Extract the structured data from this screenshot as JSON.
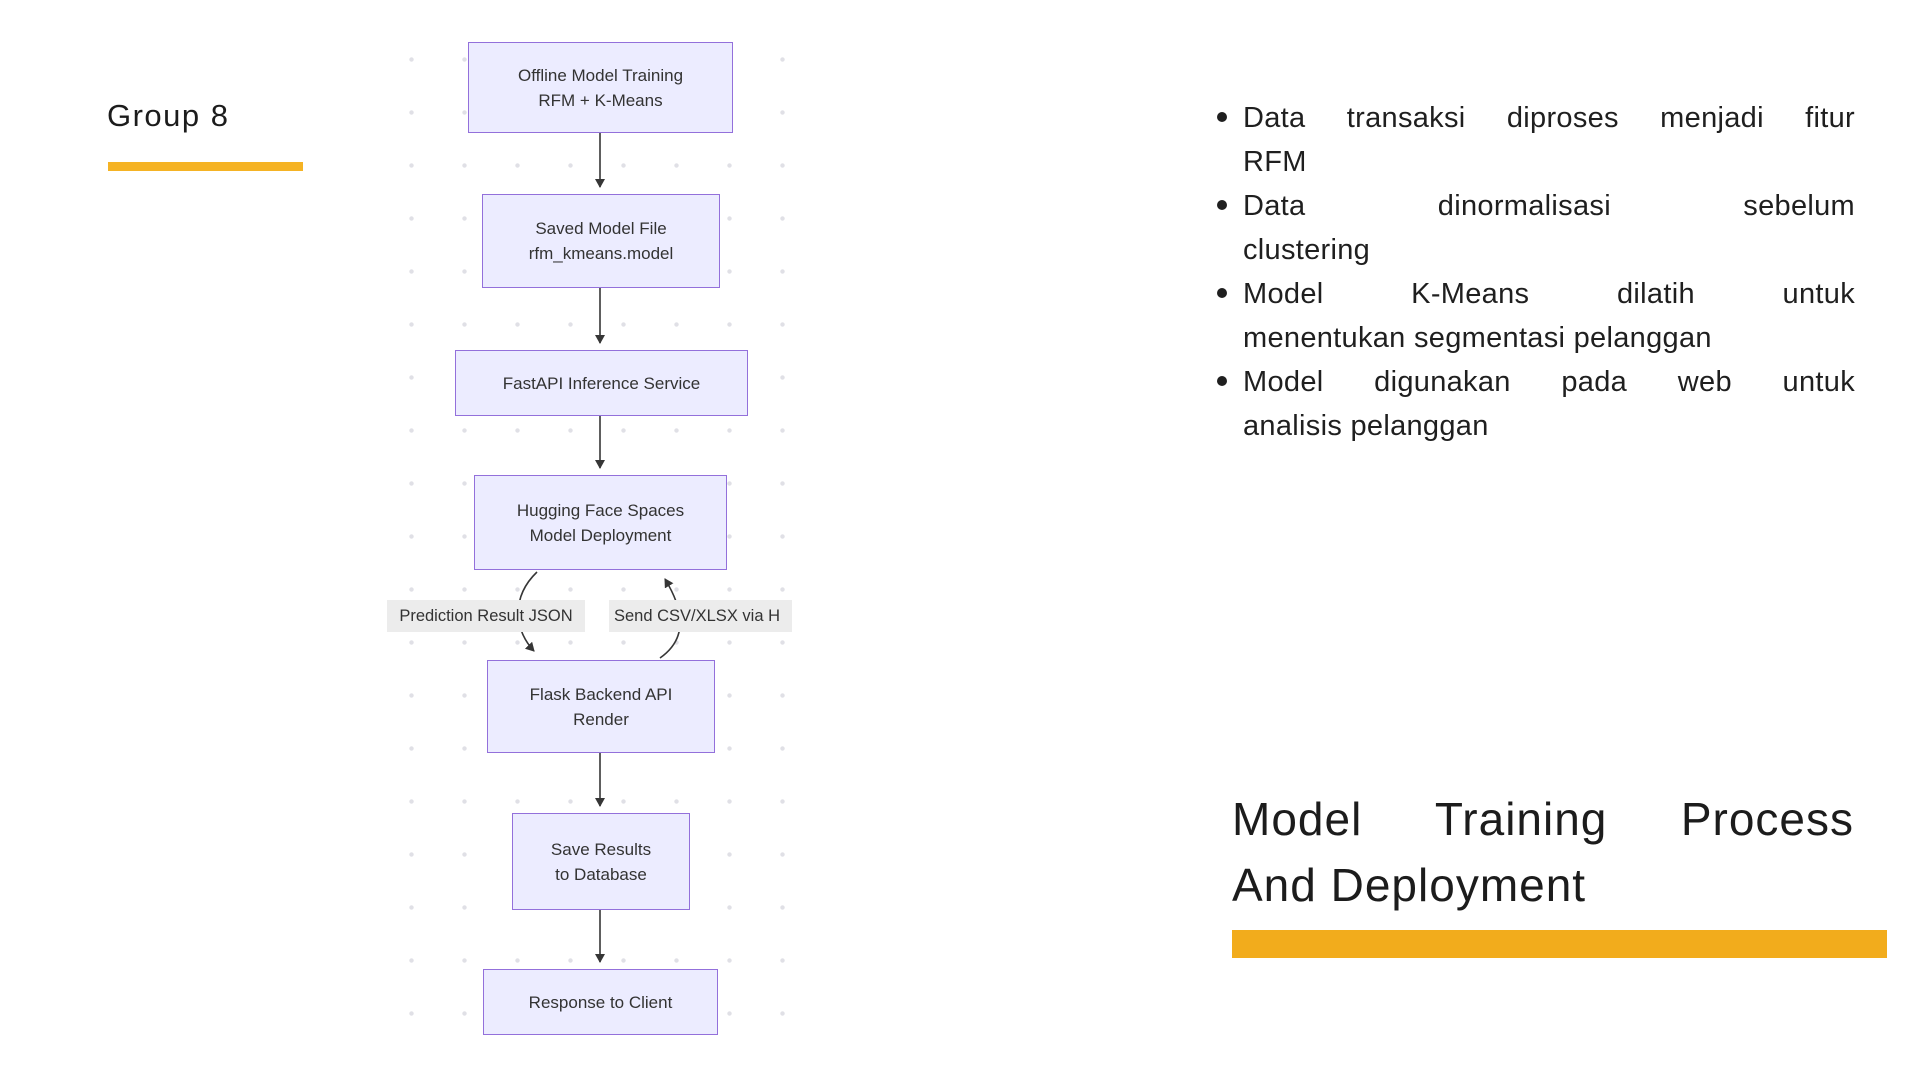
{
  "group": {
    "label": "Group 8"
  },
  "colors": {
    "accent_amber": "#F2AC1C",
    "group_underline": "#F5B324",
    "node_fill": "#ECECFF",
    "node_border": "#9370DB",
    "edge_label_bg": "#ECECEC",
    "arrow": "#363636",
    "grid_dot": "#E0E0E6",
    "text_dark": "#1F1F1F",
    "node_text": "#333333"
  },
  "diagram": {
    "nodes": [
      {
        "id": "offline-training",
        "lines": [
          "Offline Model Training",
          "RFM + K-Means"
        ]
      },
      {
        "id": "saved-model",
        "lines": [
          "Saved Model File",
          "rfm_kmeans.model"
        ]
      },
      {
        "id": "fastapi",
        "lines": [
          "FastAPI Inference Service"
        ]
      },
      {
        "id": "huggingface",
        "lines": [
          "Hugging Face Spaces",
          "Model Deployment"
        ]
      },
      {
        "id": "flask-backend",
        "lines": [
          "Flask Backend API",
          "Render"
        ]
      },
      {
        "id": "save-results",
        "lines": [
          "Save Results",
          "to Database"
        ]
      },
      {
        "id": "response-client",
        "lines": [
          "Response to Client"
        ]
      }
    ],
    "edge_labels": [
      {
        "text": "Prediction Result JSON"
      },
      {
        "text": "Send CSV/XLSX via H"
      }
    ]
  },
  "bullets": [
    {
      "lines": [
        "Data transaksi diproses menjadi fitur",
        "RFM"
      ]
    },
    {
      "lines": [
        "Data dinormalisasi sebelum",
        "clustering"
      ]
    },
    {
      "lines": [
        "Model K-Means dilatih untuk",
        "menentukan segmentasi pelanggan"
      ]
    },
    {
      "lines": [
        "Model digunakan pada web untuk",
        "analisis pelanggan"
      ]
    }
  ],
  "title": {
    "lines": [
      "Model Training Process",
      "And Deployment"
    ]
  }
}
